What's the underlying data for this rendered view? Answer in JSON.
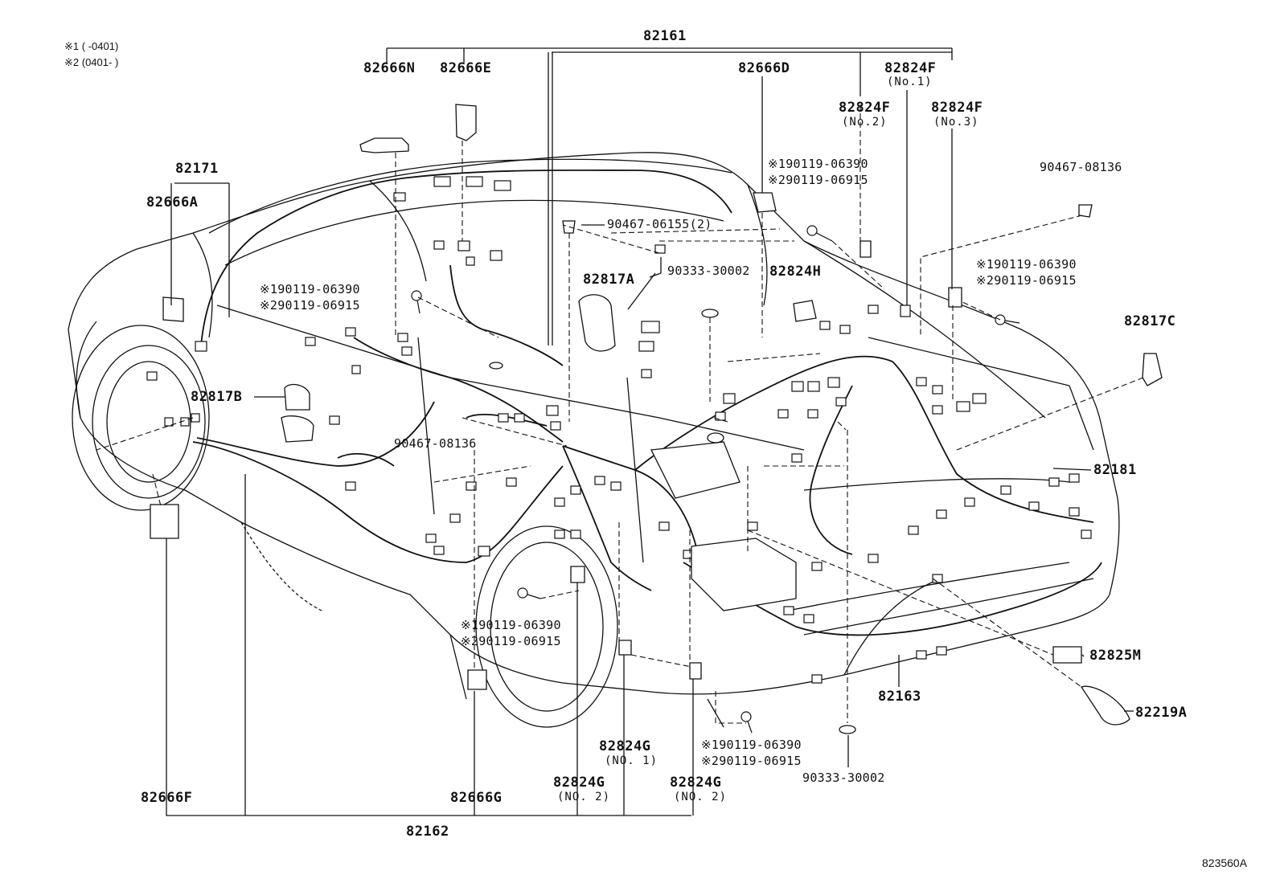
{
  "legend": [
    {
      "mark": "※1",
      "range": "(      -0401)"
    },
    {
      "mark": "※2",
      "range": "(0401-      )"
    }
  ],
  "diagram_code": "823560A",
  "labels": {
    "p82161": "82161",
    "p82666N": "82666N",
    "p82666E": "82666E",
    "p82666D": "82666D",
    "p82824F1": "82824F",
    "p82824F1_sub": "(No.1)",
    "p82824F2": "82824F",
    "p82824F2_sub": "(No.2)",
    "p82824F3": "82824F",
    "p82824F3_sub": "(No.3)",
    "p82171": "82171",
    "p82666A": "82666A",
    "p90467_08136_top": "90467-08136",
    "p90467_06155": "90467-06155(2)",
    "p90333_top": "90333-30002",
    "p82824H": "82824H",
    "p82817A": "82817A",
    "p82817C": "82817C",
    "p82817B": "82817B",
    "p90467_08136_mid": "90467-08136",
    "p82181": "82181",
    "p82825M": "82825M",
    "p82163": "82163",
    "p82219A": "82219A",
    "p82824G1": "82824G",
    "p82824G1_sub": "(NO. 1)",
    "p82824G2a": "82824G",
    "p82824G2a_sub": "(NO. 2)",
    "p82824G2b": "82824G",
    "p82824G2b_sub": "(NO. 2)",
    "p82666F": "82666F",
    "p82666G": "82666G",
    "p82162": "82162",
    "p90333_bottom": "90333-30002"
  },
  "bolts": {
    "b1_a": "※190119-06390",
    "b1_b": "※290119-06915",
    "b2_a": "※190119-06390",
    "b2_b": "※290119-06915",
    "b3_a": "※190119-06390",
    "b3_b": "※290119-06915",
    "b4_a": "※190119-06390",
    "b4_b": "※290119-06915",
    "b5_a": "※190119-06390",
    "b5_b": "※290119-06915"
  }
}
